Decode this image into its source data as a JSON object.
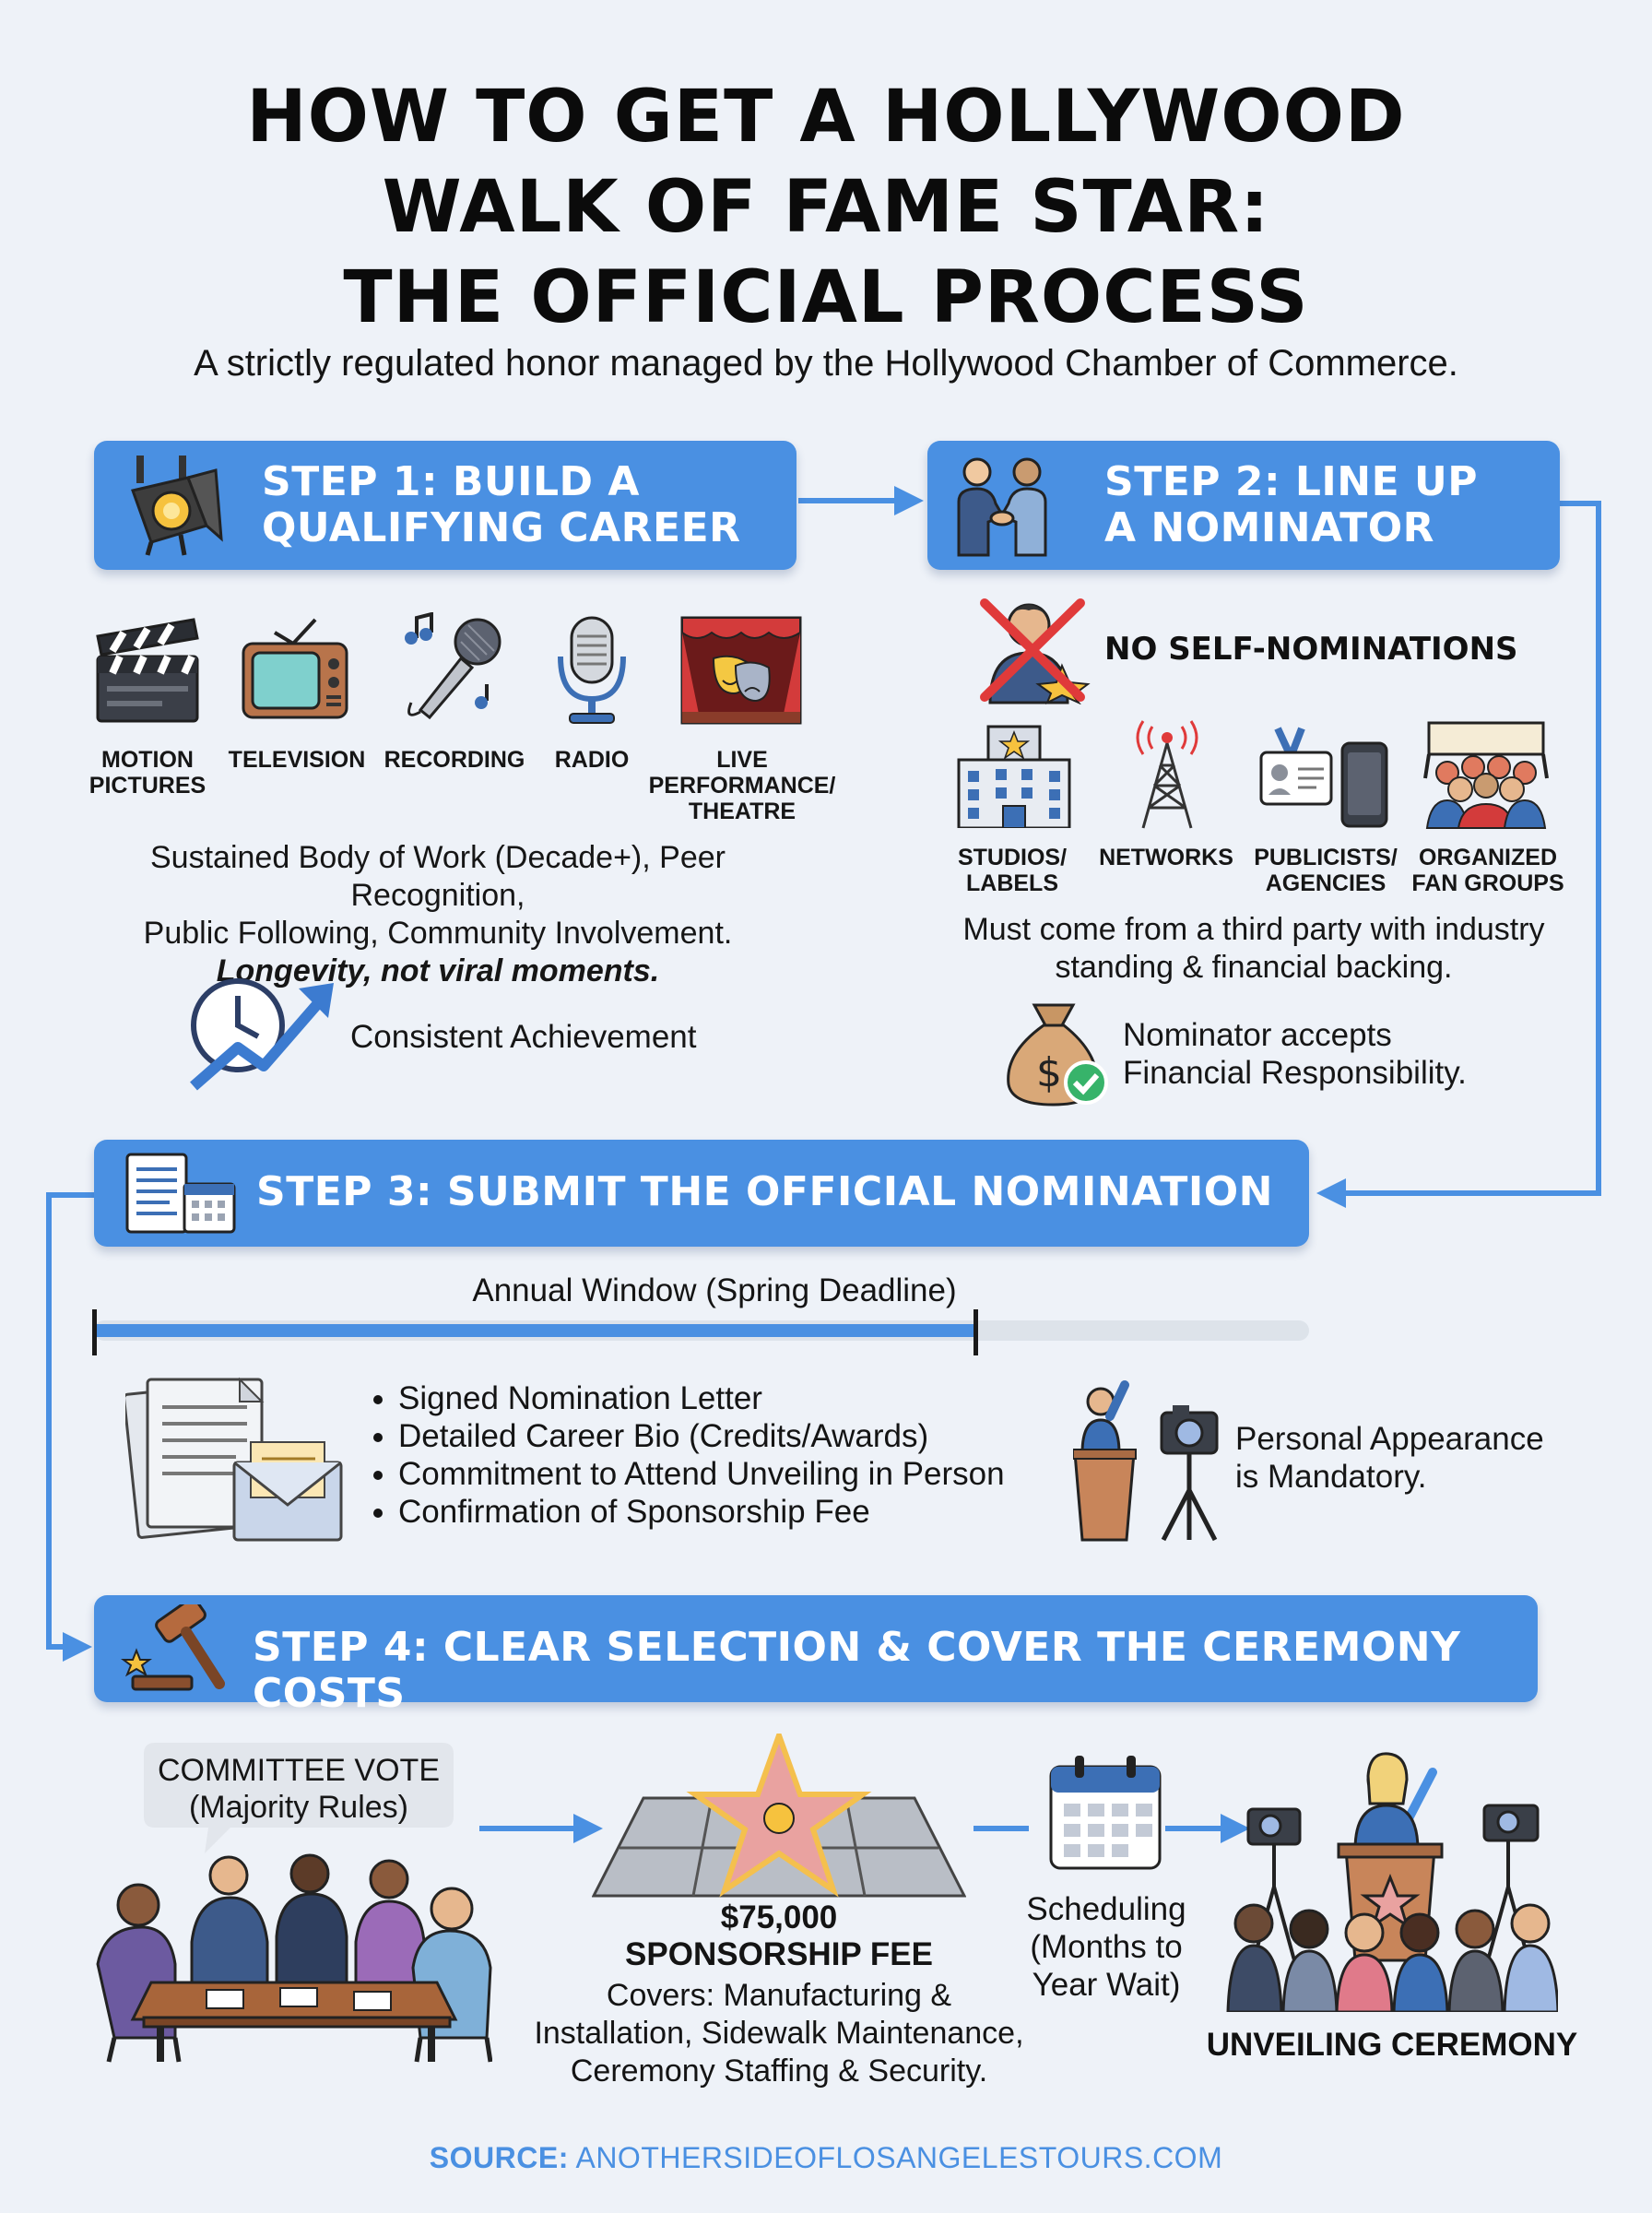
{
  "title_lines": [
    "HOW TO GET A HOLLYWOOD",
    "WALK OF FAME STAR:",
    "THE OFFICIAL PROCESS"
  ],
  "subtitle": "A strictly regulated honor managed by the Hollywood Chamber of Commerce.",
  "step1": {
    "title_lines": [
      "STEP 1: BUILD A",
      "QUALIFYING CAREER"
    ],
    "icon": "spotlight-icon",
    "categories": [
      {
        "icon": "clapperboard-icon",
        "lines": [
          "MOTION",
          "PICTURES"
        ]
      },
      {
        "icon": "television-icon",
        "lines": [
          "TELEVISION"
        ]
      },
      {
        "icon": "microphone-icon",
        "lines": [
          "RECORDING"
        ]
      },
      {
        "icon": "radio-microphone-icon",
        "lines": [
          "RADIO"
        ]
      },
      {
        "icon": "theatre-masks-icon",
        "lines": [
          "LIVE",
          "PERFORMANCE/",
          "THEATRE"
        ]
      }
    ],
    "criteria_line1": "Sustained Body of Work (Decade+), Peer Recognition,",
    "criteria_line2": "Public Following, Community Involvement.",
    "emphasis": "Longevity, not viral moments.",
    "achievement": "Consistent Achievement"
  },
  "step2": {
    "title_lines": [
      "STEP 2: LINE UP",
      "A NOMINATOR"
    ],
    "icon": "handshake-icon",
    "no_self": "NO SELF-NOMINATIONS",
    "nominators": [
      {
        "icon": "studio-building-icon",
        "lines": [
          "STUDIOS/",
          "LABELS"
        ]
      },
      {
        "icon": "broadcast-tower-icon",
        "lines": [
          "NETWORKS"
        ]
      },
      {
        "icon": "press-badge-icon",
        "lines": [
          "PUBLICISTS/",
          "AGENCIES"
        ]
      },
      {
        "icon": "fan-crowd-icon",
        "lines": [
          "ORGANIZED",
          "FAN GROUPS"
        ]
      }
    ],
    "third_party_line1": "Must come from a third party with industry",
    "third_party_line2": "standing & financial backing.",
    "financial_line1": "Nominator accepts",
    "financial_line2": "Financial Responsibility."
  },
  "step3": {
    "title": "STEP 3: SUBMIT THE OFFICIAL NOMINATION",
    "icon": "nomination-form-icon",
    "window_label": "Annual Window (Spring Deadline)",
    "requirements": [
      "Signed Nomination Letter",
      "Detailed Career Bio (Credits/Awards)",
      "Commitment to Attend Unveiling in Person",
      "Confirmation of Sponsorship Fee"
    ],
    "appearance_line1": "Personal Appearance",
    "appearance_line2": "is Mandatory."
  },
  "step4": {
    "title": "STEP 4: CLEAR SELECTION & COVER THE CEREMONY COSTS",
    "icon": "gavel-icon",
    "vote_line1": "COMMITTEE VOTE",
    "vote_line2": "(Majority Rules)",
    "fee_amount": "$75,000",
    "fee_label": "SPONSORSHIP FEE",
    "fee_desc_line1": "Covers: Manufacturing &",
    "fee_desc_line2": "Installation, Sidewalk Maintenance,",
    "fee_desc_line3": "Ceremony Staffing & Security.",
    "schedule_lines": [
      "Scheduling",
      "(Months to",
      "Year Wait)"
    ],
    "ceremony": "UNVEILING CEREMONY"
  },
  "source_label": "SOURCE:",
  "source_url": "ANOTHERSIDEOFLOSANGELESTOURS.COM",
  "colors": {
    "accent": "#4a90e2",
    "background": "#eef2f8",
    "warning": "#e03a3a",
    "check": "#37b36a"
  }
}
